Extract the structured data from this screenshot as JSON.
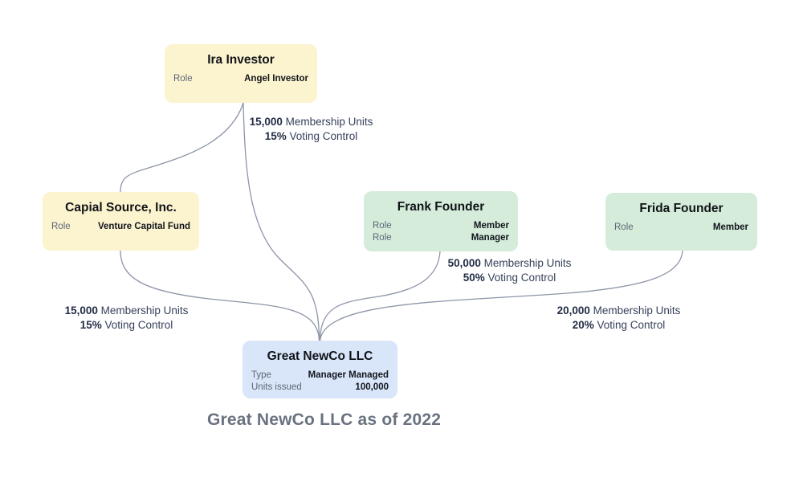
{
  "caption": "Great NewCo LLC as of 2022",
  "nodes": {
    "ira": {
      "title": "Ira Investor",
      "rows": [
        {
          "label": "Role",
          "value": "Angel Investor"
        }
      ]
    },
    "capial": {
      "title": "Capial Source, Inc.",
      "rows": [
        {
          "label": "Role",
          "value": "Venture Capital Fund"
        }
      ]
    },
    "frank": {
      "title": "Frank Founder",
      "rows": [
        {
          "label": "Role",
          "value": "Member"
        },
        {
          "label": "Role",
          "value": "Manager"
        }
      ]
    },
    "frida": {
      "title": "Frida Founder",
      "rows": [
        {
          "label": "Role",
          "value": "Member"
        }
      ]
    },
    "newco": {
      "title": "Great NewCo LLC",
      "rows": [
        {
          "label": "Type",
          "value": "Manager Managed"
        },
        {
          "label": "Units issued",
          "value": "100,000"
        }
      ]
    }
  },
  "edges": [
    {
      "from": "Ira Investor",
      "to": "Great NewCo LLC",
      "units": "15,000",
      "units_text": "Membership Units",
      "control": "15%",
      "control_text": "Voting Control"
    },
    {
      "from": "Capial Source, Inc.",
      "to": "Great NewCo LLC",
      "units": "15,000",
      "units_text": "Membership Units",
      "control": "15%",
      "control_text": "Voting Control"
    },
    {
      "from": "Frank Founder",
      "to": "Great NewCo LLC",
      "units": "50,000",
      "units_text": "Membership Units",
      "control": "50%",
      "control_text": "Voting Control"
    },
    {
      "from": "Frida Founder",
      "to": "Great NewCo LLC",
      "units": "20,000",
      "units_text": "Membership Units",
      "control": "20%",
      "control_text": "Voting Control"
    },
    {
      "from": "Ira Investor",
      "to": "Capial Source, Inc."
    }
  ],
  "colors": {
    "investor_fill": "#fcf3cf",
    "founder_fill": "#d5ecdb",
    "company_fill": "#d9e6fa",
    "edge": "#8d95a8"
  }
}
